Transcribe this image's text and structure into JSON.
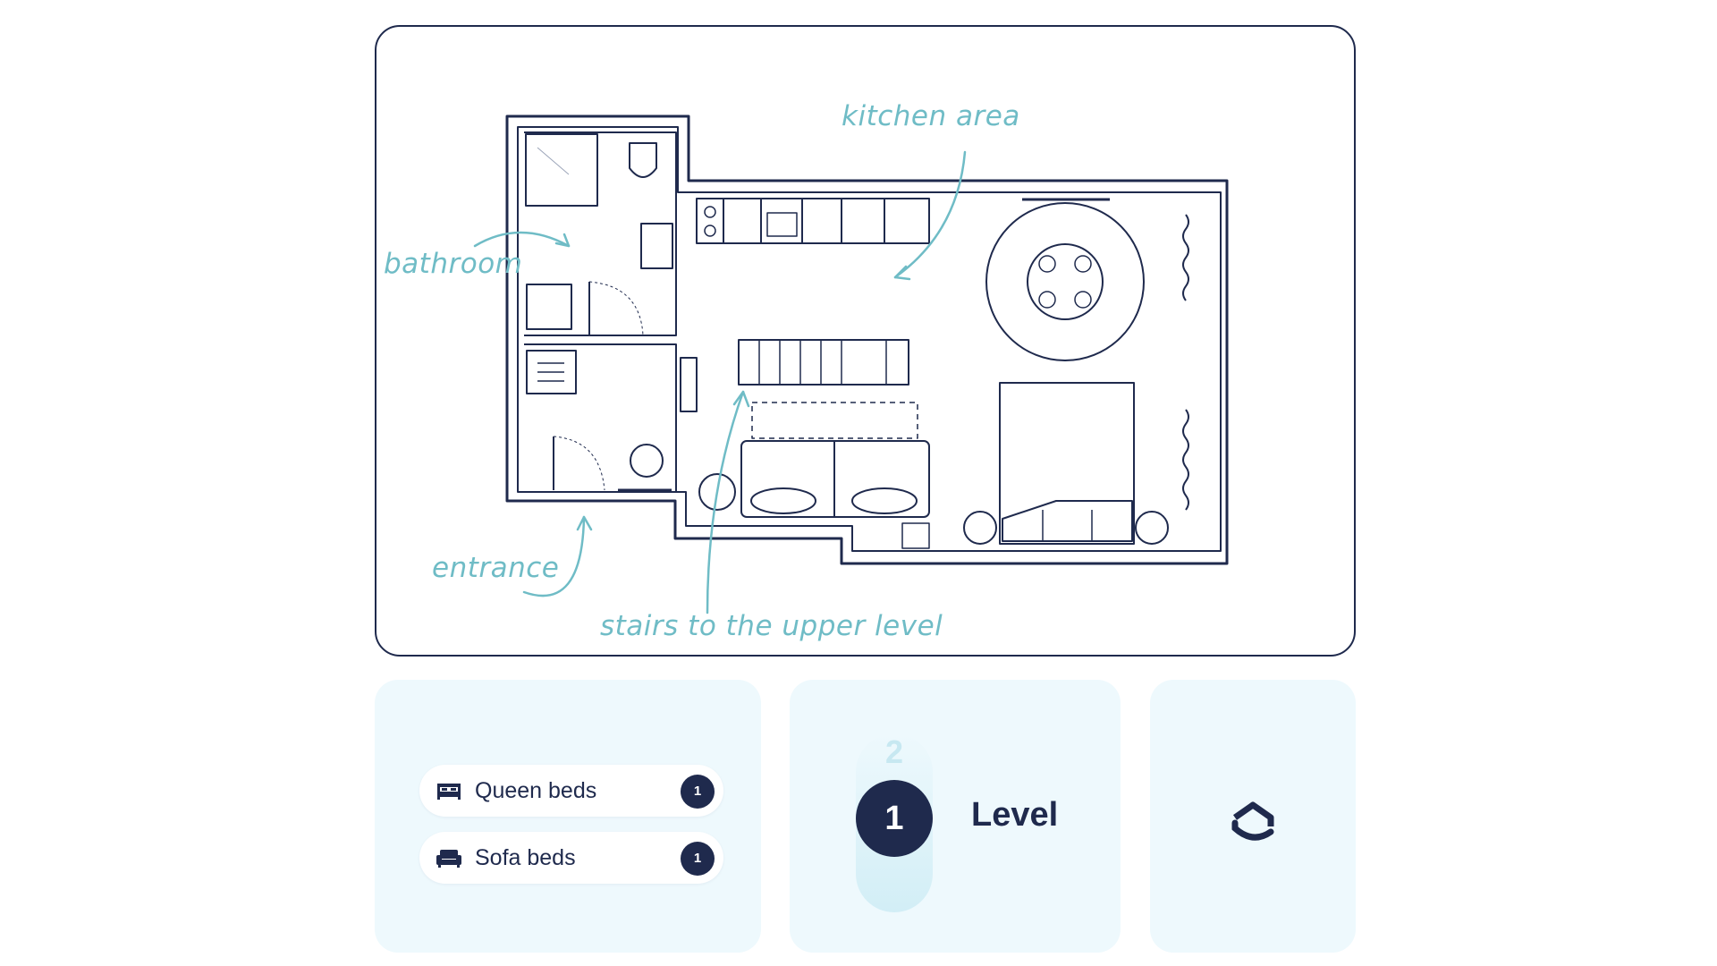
{
  "floor_plan": {
    "labels": {
      "kitchen": "kitchen area",
      "bathroom": "bathroom",
      "entrance": "entrance",
      "stairs": "stairs to the upper level"
    },
    "colors": {
      "wall": "#1f2a4d",
      "annotation": "#6fbcc6"
    }
  },
  "amenities": [
    {
      "icon": "bed-icon",
      "label": "Queen beds",
      "count": "1"
    },
    {
      "icon": "sofa-icon",
      "label": "Sofa beds",
      "count": "1"
    }
  ],
  "level": {
    "other": "2",
    "current": "1",
    "label": "Level"
  },
  "brand": {
    "icon": "house-logo-icon"
  }
}
